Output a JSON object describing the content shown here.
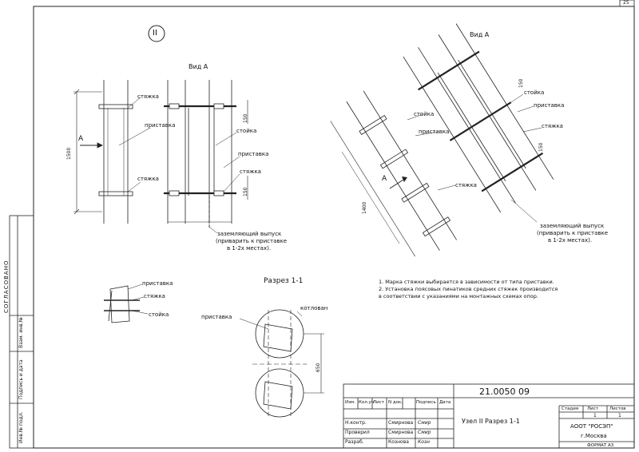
{
  "sheet": {
    "page_number": "25",
    "node_marker": "II",
    "format": "ФОРМАТ А3"
  },
  "view_left": {
    "title": "Вид А",
    "arrow_label": "A",
    "dim_total": "1500",
    "dim_top": "150",
    "dim_bottom": "150",
    "label_styazhka_top": "стяжка",
    "label_pristavka_left": "приставка",
    "label_styazhka_bottom": "стяжка",
    "label_stoyka": "стойка",
    "label_pristavka_right": "приставка",
    "label_styazhka_right": "стяжка",
    "note_line1": "заземляющий выпуск",
    "note_line2": "(приварить к приставке",
    "note_line3": "в 1-2х местах)."
  },
  "view_right": {
    "title": "Вид А",
    "arrow_label": "A",
    "dim_total": "1400",
    "dim_top": "150",
    "dim_bottom": "150",
    "label_stoyka_left": "стойка",
    "label_pristavka_left": "приставка",
    "label_styazhka_left": "стяжка",
    "label_stoyka_right": "стойка",
    "label_pristavka_right": "приставка",
    "label_styazhka_right": "стяжка",
    "note_line1": "заземляющий выпуск",
    "note_line2": "(приварить к приставке",
    "note_line3": "в 1-2х местах)."
  },
  "plan_small": {
    "label_pristavka": "приставка",
    "label_styazhka": "стяжка",
    "label_stoyka": "стойка"
  },
  "section": {
    "title": "Разрез 1-1",
    "label_pristavka": "приставка",
    "label_kotlovan": "котлован",
    "dim": "650"
  },
  "notes": [
    "1. Марка стяжки выбирается в зависимости от типа приставки.",
    "2. Установка поясовых пинатиков средних стяжек производится",
    "в соответствии с указаниями на монтажных схемах опор."
  ],
  "side_stamp": {
    "agreed": "СОГЛАСОВАНО",
    "cells": [
      "Взам. инв.№",
      "Подпись и дата",
      "Инв.№ подл."
    ]
  },
  "title_block": {
    "doc_number": "21.0050 09",
    "header_cells": [
      "Изм.",
      "Кол.уч",
      "Лист",
      "N док.",
      "Подпись",
      "Дата"
    ],
    "rows": [
      {
        "role": "Н.контр.",
        "name": "Смирнова",
        "sign": "Смир"
      },
      {
        "role": "Проверил",
        "name": "Смирнова",
        "sign": "Смир"
      },
      {
        "role": "Разраб.",
        "name": "Кознова",
        "sign": "Козн"
      }
    ],
    "title": "Узел II Разрез 1-1",
    "stage_header": "Стадия",
    "sheet_header": "Лист",
    "sheets_header": "Листов",
    "stage_value": "",
    "sheet_value": "1",
    "sheets_value": "1",
    "org_line1": "АООТ \"РОСЭП\"",
    "org_line2": "г.Москва"
  }
}
